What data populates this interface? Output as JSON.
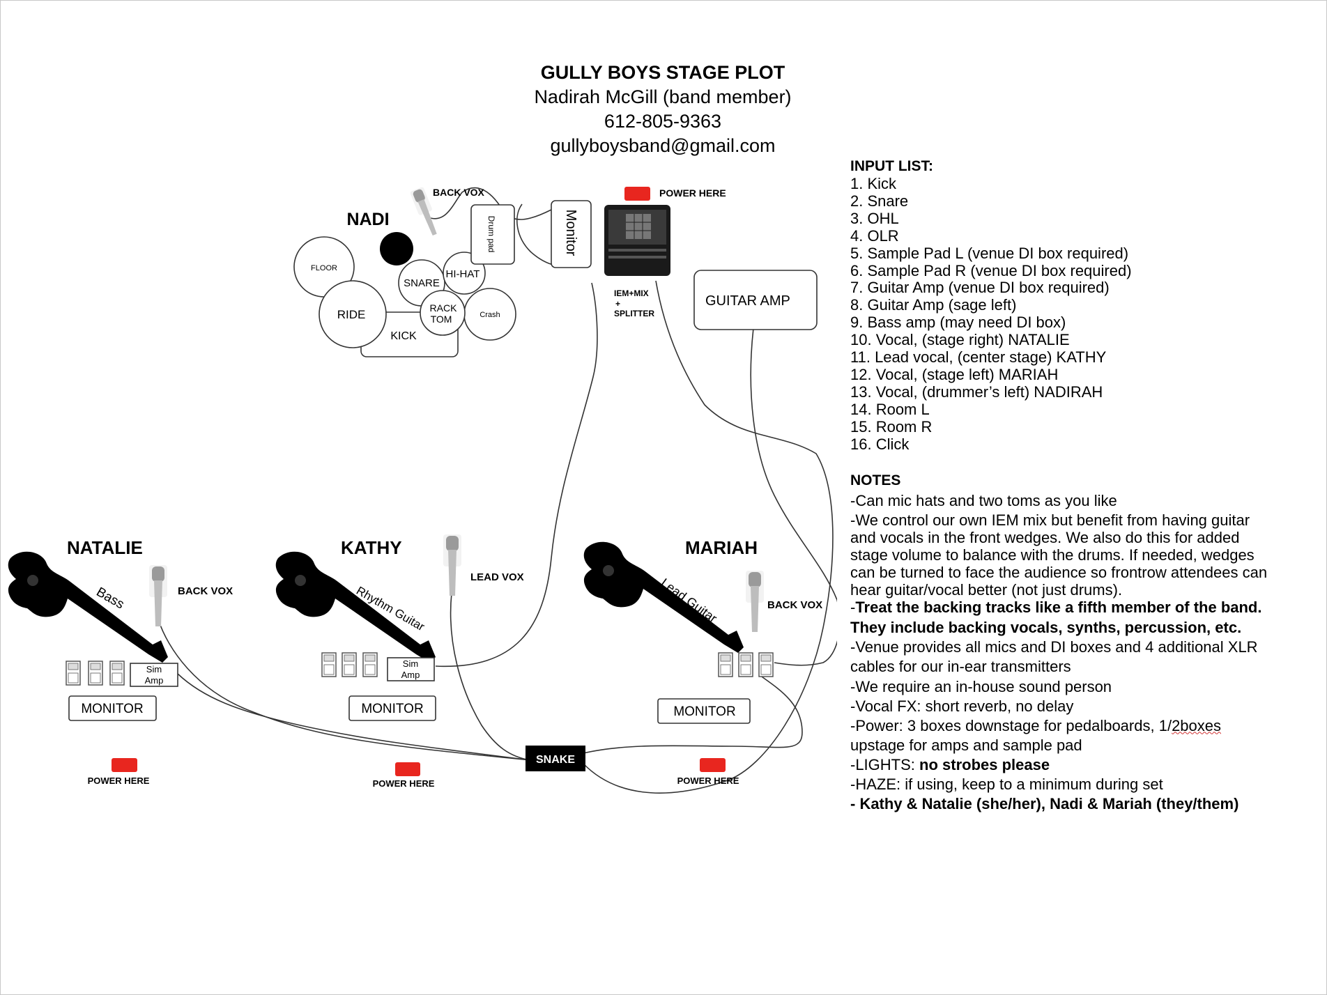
{
  "header": {
    "title": "GULLY BOYS STAGE PLOT",
    "contact_name": "Nadirah McGill (band member)",
    "phone": "612-805-9363",
    "email": "gullyboysband@gmail.com"
  },
  "drums": {
    "name": "NADI",
    "back_vox": "BACK VOX",
    "floor": "FLOOR",
    "snare": "SNARE",
    "hihat": "HI-HAT",
    "ride": "RIDE",
    "rack_tom_1": "RACK",
    "rack_tom_2": "TOM",
    "crash": "Crash",
    "kick": "KICK",
    "drum_pad": "Drum pad"
  },
  "upstage": {
    "monitor": "Monitor",
    "power": "POWER HERE",
    "iem_1": "IEM+MIX",
    "iem_2": "+",
    "iem_3": "SPLITTER",
    "guitar_amp": "GUITAR AMP"
  },
  "performers": [
    {
      "name": "NATALIE",
      "instrument": "Bass",
      "mic": "BACK VOX",
      "amp_1": "Sim",
      "amp_2": "Amp",
      "monitor": "MONITOR",
      "power": "POWER HERE"
    },
    {
      "name": "KATHY",
      "instrument": "Rhythm Guitar",
      "mic": "LEAD VOX",
      "amp_1": "Sim",
      "amp_2": "Amp",
      "monitor": "MONITOR",
      "power": "POWER HERE"
    },
    {
      "name": "MARIAH",
      "instrument": "Lead Guitar",
      "mic": "BACK VOX",
      "monitor": "MONITOR",
      "power": "POWER HERE"
    }
  ],
  "snake": "SNAKE",
  "input_list": {
    "heading": "INPUT LIST:",
    "items": [
      "1. Kick",
      "2. Snare",
      "3. OHL",
      "4. OLR",
      "5. Sample Pad L (venue DI box  required)",
      "6. Sample Pad R (venue DI box required)",
      "7. Guitar Amp (venue DI box required)",
      "8. Guitar Amp (sage left)",
      "9. Bass amp (may need DI box)",
      "10. Vocal, (stage right) NATALIE",
      "11. Lead vocal, (center stage) KATHY",
      "12. Vocal, (stage left) MARIAH",
      "13. Vocal,  (drummer’s left) NADIRAH",
      "14. Room L",
      "15. Room R",
      "16. Click"
    ]
  },
  "notes": {
    "heading": "NOTES",
    "n1": "-Can mic hats and two toms as you like",
    "n2_l1": "-We control our own IEM mix but benefit from having guitar",
    "n2_l2": "and vocals in the front wedges. We also do this for added",
    "n2_l3": "stage volume to balance with the drums. If needed, wedges",
    "n2_l4": "can be turned to face the audience so frontrow attendees can",
    "n2_l5": "hear guitar/vocal better (not just drums).",
    "n3_dash": "-",
    "n3_l1": "Treat the backing tracks like a fifth member of the band.",
    "n3_l2": "They include backing vocals, synths, percussion, etc.",
    "n4_l1": "-Venue provides all mics and DI boxes and 4 additional XLR",
    "n4_l2": "cables for our in-ear transmitters",
    "n5": "-We require an in-house sound person",
    "n6": "-Vocal FX: short reverb, no delay",
    "n7_a": "-Power: 3 boxes downstage for pedalboards, 1/",
    "n7_b": "2boxes",
    "n7_l2": "upstage for amps and sample pad",
    "n8_a": "-LIGHTS: ",
    "n8_b": "no strobes please",
    "n9": "-HAZE: if using, keep to a minimum during set",
    "n10": "- Kathy & Natalie (she/her), Nadi & Mariah (they/them)"
  },
  "colors": {
    "power": "#e8261f",
    "snake": "#000000",
    "line": "#333333"
  }
}
